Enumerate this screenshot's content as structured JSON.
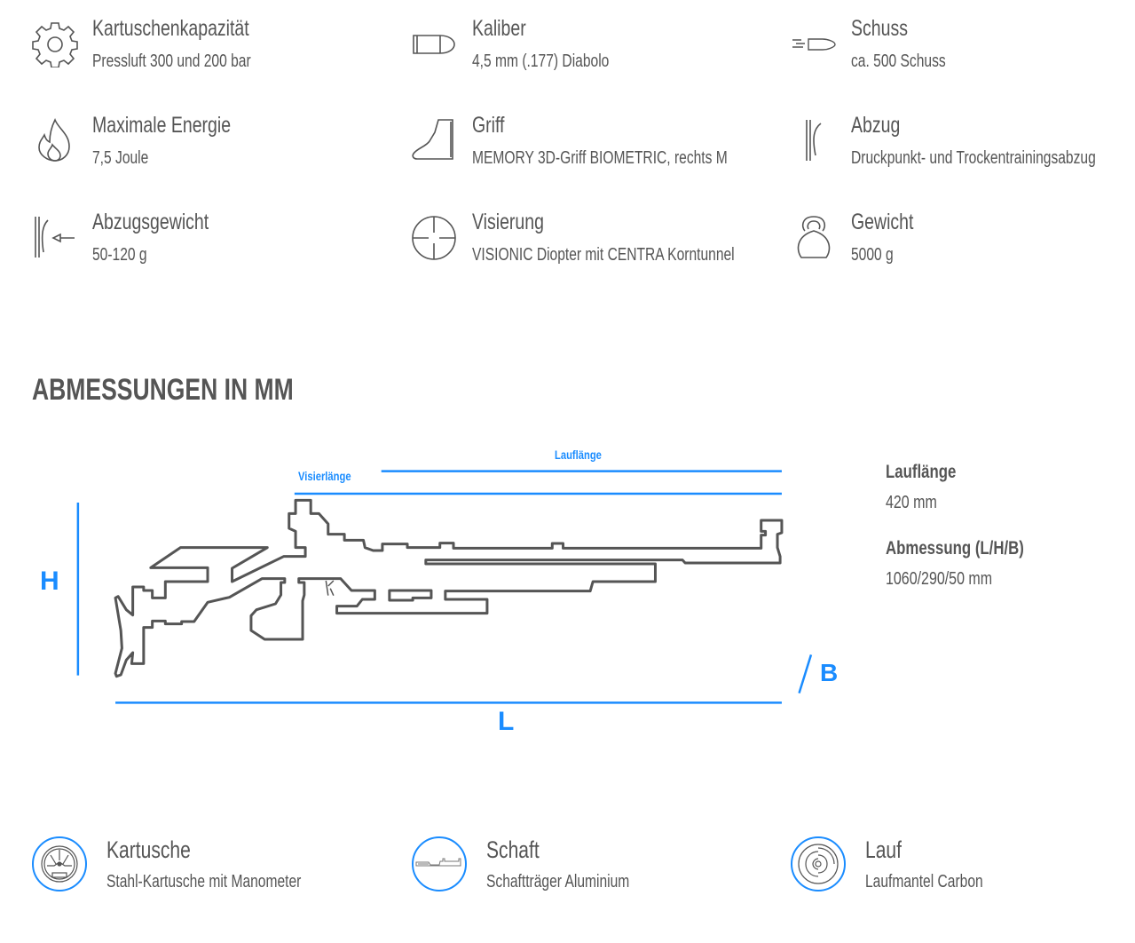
{
  "specs": [
    {
      "title": "Kartuschenkapazität",
      "value": "Pressluft 300 und 200 bar",
      "icon": "gear-icon"
    },
    {
      "title": "Kaliber",
      "value": "4,5 mm (.177) Diabolo",
      "icon": "bullet-icon"
    },
    {
      "title": "Schuss",
      "value": "ca. 500 Schuss",
      "icon": "shot-icon"
    },
    {
      "title": "Maximale Energie",
      "value": "7,5 Joule",
      "icon": "flame-icon"
    },
    {
      "title": "Griff",
      "value": "MEMORY 3D-Griff BIOMETRIC, rechts M",
      "icon": "grip-icon"
    },
    {
      "title": "Abzug",
      "value": "Druckpunkt- und Trockentrainingsabzug",
      "icon": "trigger-icon"
    },
    {
      "title": "Abzugsgewicht",
      "value": "50-120 g",
      "icon": "trigger-weight-icon"
    },
    {
      "title": "Visierung",
      "value": "VISIONIC Diopter mit CENTRA Korntunnel",
      "icon": "crosshair-icon"
    },
    {
      "title": "Gewicht",
      "value": "5000 g",
      "icon": "kettlebell-icon"
    }
  ],
  "dimensions": {
    "heading": "ABMESSUNGEN IN MM",
    "labels": {
      "lauflaenge": "Lauflänge",
      "visierlaenge": "Visierlänge",
      "h": "H",
      "l": "L",
      "b": "B"
    },
    "details": [
      {
        "key": "Lauflänge",
        "value": "420 mm"
      },
      {
        "key": "Abmessung (L/H/B)",
        "value": "1060/290/50 mm"
      }
    ]
  },
  "materials": [
    {
      "title": "Kartusche",
      "value": "Stahl-Kartusche mit Manometer",
      "icon": "cartridge-gauge-icon"
    },
    {
      "title": "Schaft",
      "value": "Schaftträger Aluminium",
      "icon": "stock-icon"
    },
    {
      "title": "Lauf",
      "value": "Laufmantel Carbon",
      "icon": "barrel-icon"
    }
  ],
  "colors": {
    "accent": "#1a8cff",
    "text": "#555555"
  }
}
